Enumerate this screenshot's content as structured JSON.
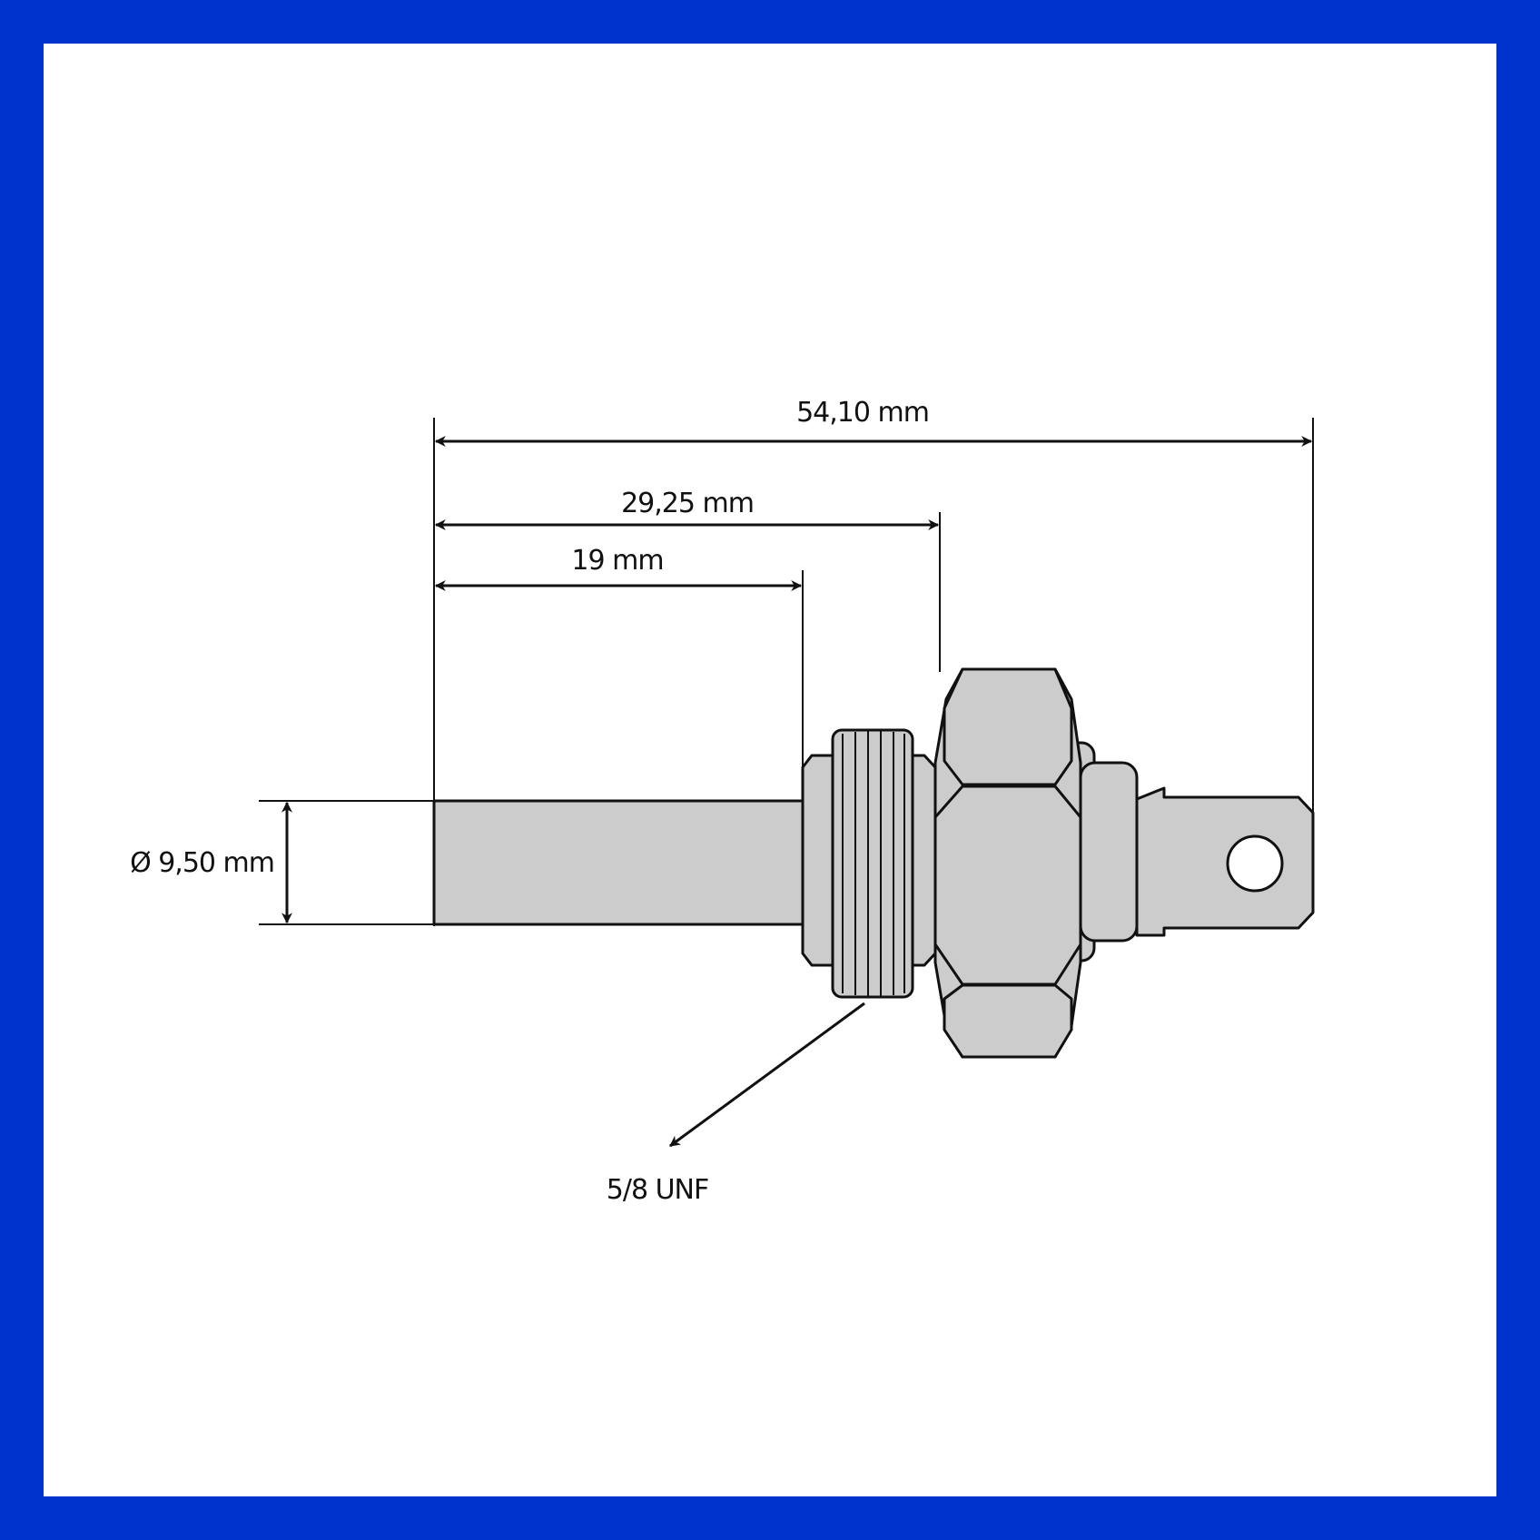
{
  "dimensions": {
    "overall_length": "54,10 mm",
    "hex_position": "29,25 mm",
    "probe_length": "19 mm",
    "probe_diameter": "Ø 9,50 mm",
    "thread": "5/8 UNF"
  },
  "colors": {
    "border": "#0033cc",
    "background": "#ffffff",
    "part_fill": "#cccccc",
    "stroke": "#111111"
  }
}
